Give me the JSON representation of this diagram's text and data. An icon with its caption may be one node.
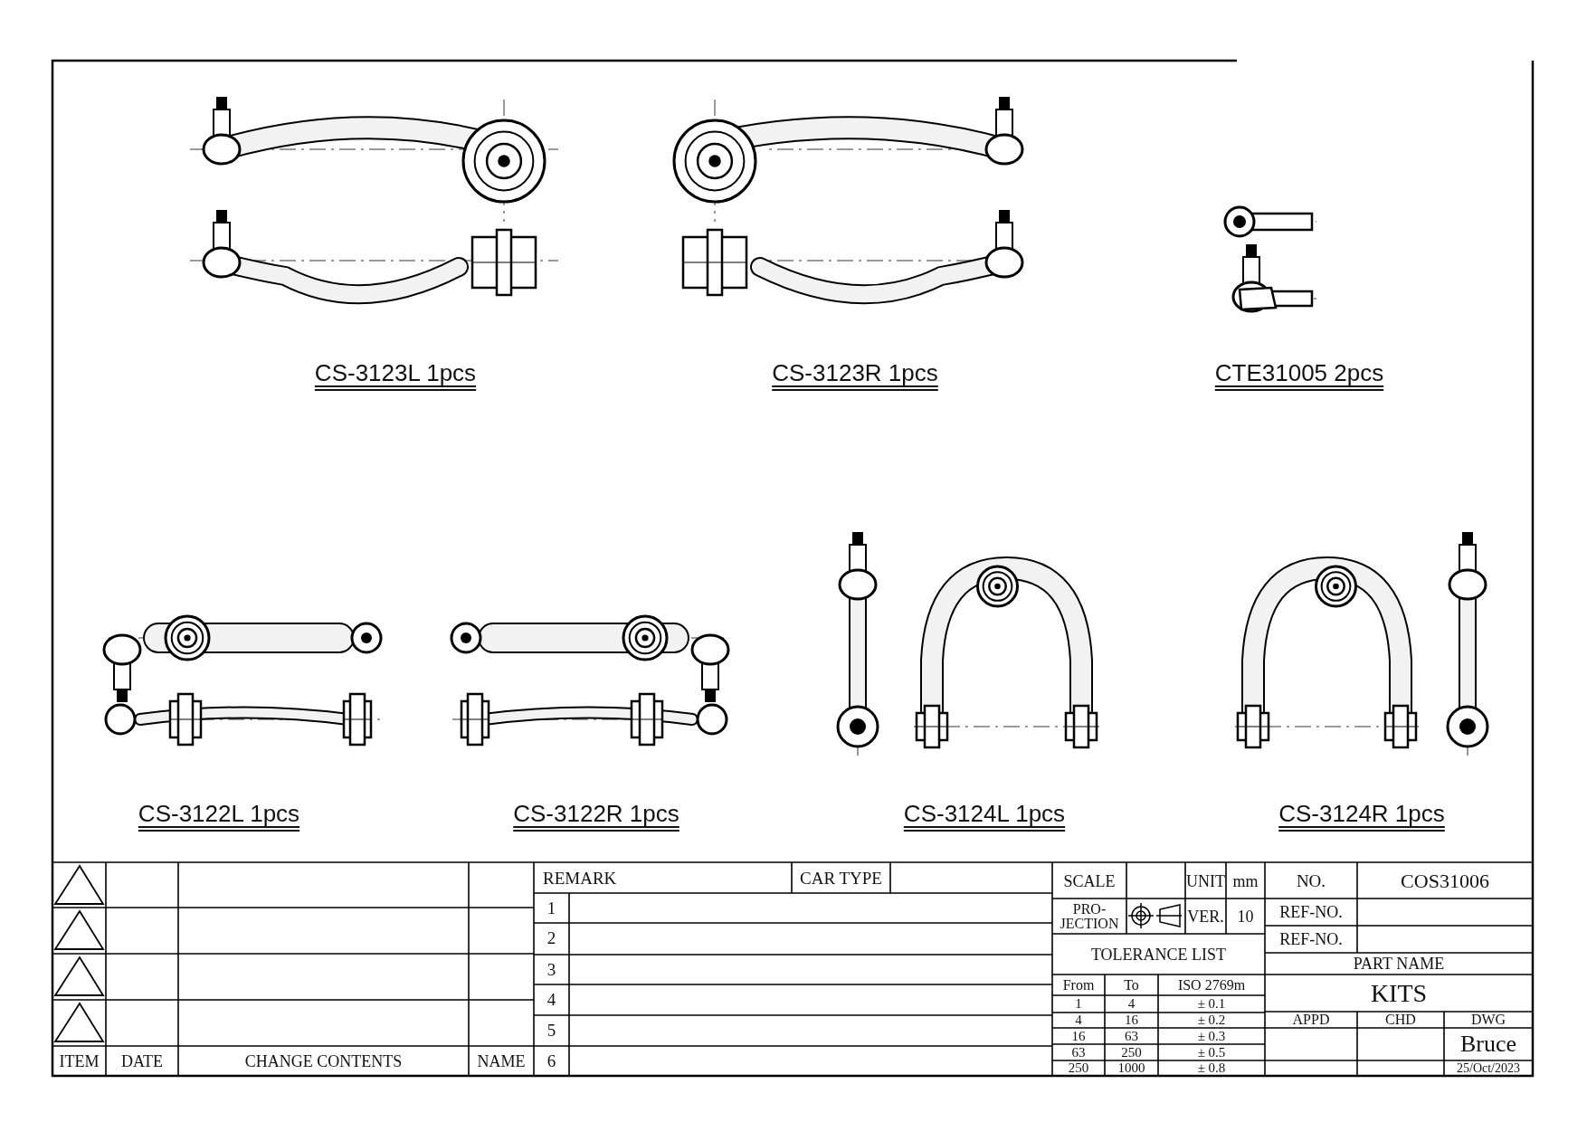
{
  "diagram": {
    "labels": [
      "CS-3123L 1pcs",
      "CS-3123R 1pcs",
      "CTE31005 2pcs",
      "CS-3122L 1pcs",
      "CS-3122R 1pcs",
      "CS-3124L 1pcs",
      "CS-3124R 1pcs",
      "ITEM",
      "DATE",
      "CHANGE CONTENTS",
      "NAME",
      "REMARK",
      "CAR TYPE",
      "1",
      "2",
      "3",
      "4",
      "5",
      "6",
      "SCALE",
      "UNIT",
      "mm",
      "PRO- JECTION",
      "VER.",
      "10",
      "TOLERANCE LIST",
      "From",
      "To",
      "ISO 2769m",
      "1",
      "4",
      "± 0.1",
      "4",
      "16",
      "± 0.2",
      "16",
      "63",
      "± 0.3",
      "63",
      "250",
      "± 0.5",
      "250",
      "1000",
      "± 0.8",
      "NO.",
      "COS31006",
      "REF-NO.",
      "REF-NO.",
      "PART NAME",
      "KITS",
      "APPD",
      "CHD",
      "DWG",
      "Bruce",
      "25/Oct/2023"
    ]
  }
}
